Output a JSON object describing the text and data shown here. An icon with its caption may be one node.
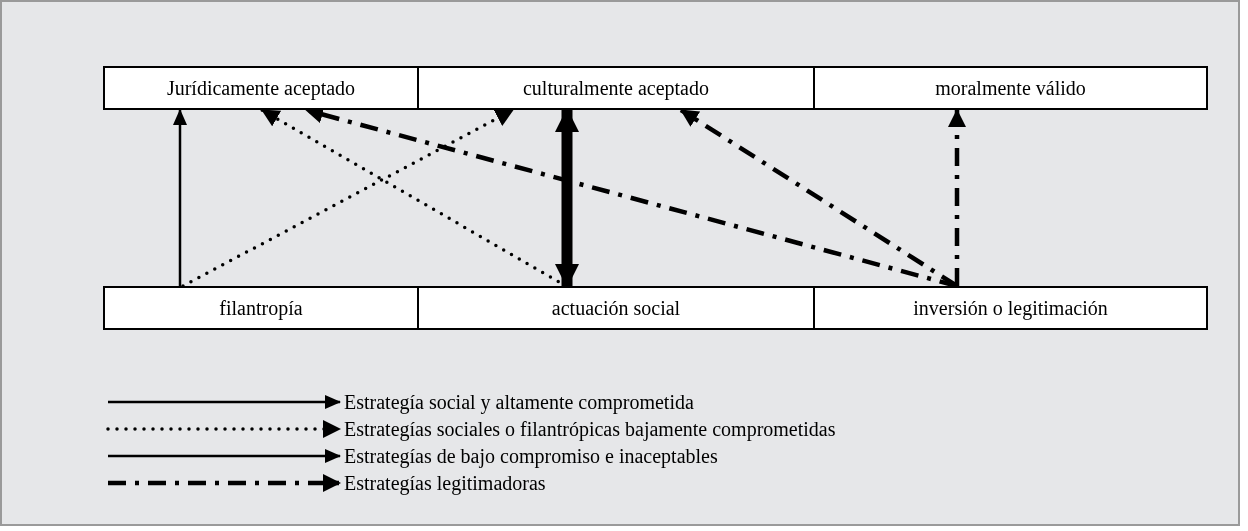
{
  "diagram": {
    "nodes": [
      {
        "text": [
          "Jurídicamente aceptado"
        ]
      },
      {
        "text": [
          "culturalmente aceptado"
        ]
      },
      {
        "text": [
          "moralmente válido"
        ]
      },
      {
        "text": [
          "filantropía"
        ]
      },
      {
        "text": [
          "actuación social"
        ]
      },
      {
        "text": [
          "inversión o legitimación"
        ]
      }
    ],
    "edges": [
      {
        "from": 3,
        "to": 0,
        "arrow": "to"
      },
      {
        "from": 3,
        "to": 1,
        "arrow": "to",
        "style": "dashed"
      },
      {
        "from": 4,
        "to": 0,
        "arrow": "to",
        "style": "dashed"
      },
      {
        "from": 4,
        "to": 1,
        "arrow": "both",
        "style": "thick"
      },
      {
        "from": 5,
        "to": 0,
        "arrow": "to",
        "style": "dashed"
      },
      {
        "from": 5,
        "to": 1,
        "arrow": "to",
        "style": "dashed"
      },
      {
        "from": 5,
        "to": 2,
        "arrow": "to",
        "style": "dashed"
      }
    ],
    "legend": [
      {
        "text": "Estrategía social y altamente comprometida"
      },
      {
        "text": "Estrategías sociales o filantrópicas bajamente comprometidas"
      },
      {
        "text": "Estrategías de bajo compromiso e inaceptables"
      },
      {
        "text": "Estrategías legitimadoras"
      }
    ]
  }
}
